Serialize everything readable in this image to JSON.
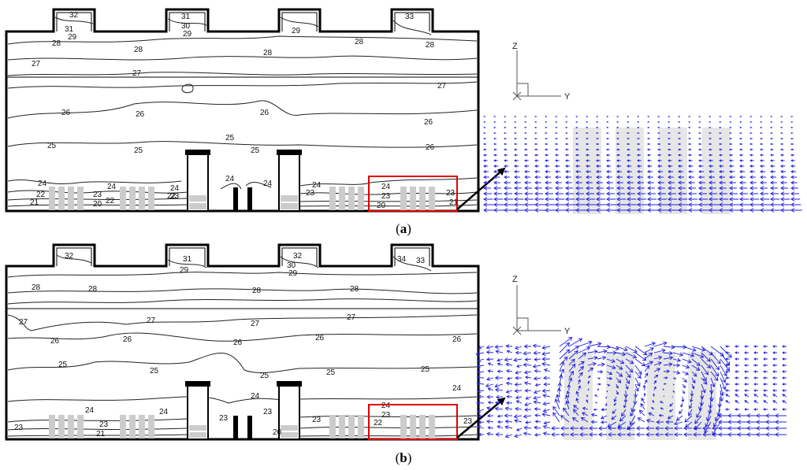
{
  "panels": [
    {
      "id": "a",
      "caption_open": "(",
      "caption_letter": "a",
      "caption_close": ")",
      "axis_vertical": "Z",
      "axis_horizontal": "Y",
      "labels": [
        "32",
        "31",
        "29",
        "30",
        "31",
        "29",
        "33",
        "29",
        "28",
        "28",
        "28",
        "28",
        "28",
        "27",
        "27",
        "27",
        "26",
        "26",
        "26",
        "26",
        "25",
        "25",
        "25",
        "25",
        "26",
        "24",
        "24",
        "24",
        "24",
        "24",
        "23",
        "22",
        "21",
        "23",
        "20",
        "22",
        "22",
        "24",
        "23",
        "24",
        "23",
        "23",
        "20",
        "21"
      ],
      "vector_mode": "straight",
      "colors": {
        "contour": "#222222",
        "highlight": "#e00000",
        "vector": "#1f1fe0",
        "block": "#cccccc",
        "vector_block": "#e6e6e6"
      }
    },
    {
      "id": "b",
      "caption_open": "(",
      "caption_letter": "b",
      "caption_close": ")",
      "axis_vertical": "Z",
      "axis_horizontal": "Y",
      "labels": [
        "32",
        "31",
        "29",
        "32",
        "30",
        "29",
        "34",
        "33",
        "28",
        "28",
        "28",
        "28",
        "27",
        "27",
        "27",
        "27",
        "26",
        "26",
        "26",
        "26",
        "26",
        "25",
        "25",
        "25",
        "25",
        "25",
        "24",
        "24",
        "24",
        "24",
        "24",
        "23",
        "23",
        "23",
        "23",
        "23",
        "22",
        "21",
        "20",
        "23",
        "23"
      ],
      "vector_mode": "vortex",
      "colors": {
        "contour": "#222222",
        "highlight": "#e00000",
        "vector": "#1f1fe0",
        "block": "#cccccc",
        "vector_block": "#e6e6e6"
      }
    }
  ]
}
